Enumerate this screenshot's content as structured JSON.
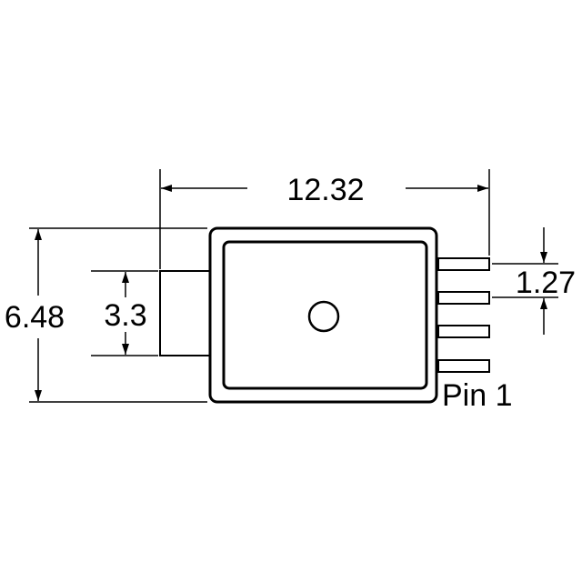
{
  "dimensions": {
    "overall_width": "12.32",
    "overall_height": "6.48",
    "port_height": "3.3",
    "pin_pitch": "1.27"
  },
  "labels": {
    "pin1": "Pin 1"
  },
  "colors": {
    "line": "#000000",
    "background": "#ffffff"
  }
}
